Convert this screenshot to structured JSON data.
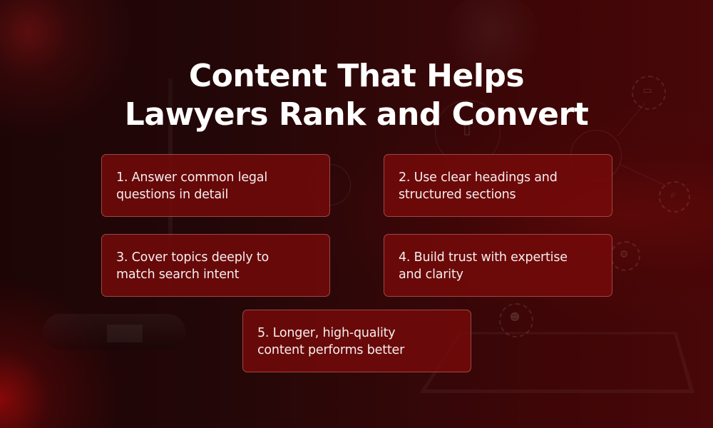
{
  "title": {
    "line1": "Content That Helps",
    "line2": "Lawyers Rank and Convert"
  },
  "cards": [
    {
      "number": "1.",
      "line1": "1. Answer common legal",
      "line2": "questions in detail"
    },
    {
      "number": "2.",
      "line1": "2. Use clear headings and",
      "line2": "structured sections"
    },
    {
      "number": "3.",
      "line1": "3. Cover topics deeply to",
      "line2": "match search intent"
    },
    {
      "number": "4.",
      "line1": "4. Build trust with expertise",
      "line2": "and clarity"
    },
    {
      "number": "5.",
      "line1": "5. Longer, high-quality",
      "line2": "content performs better"
    }
  ],
  "background_icons": {
    "top_right": "monitor-checklist-icon",
    "mid_right": "magnifier-chart-icon",
    "lower_right": "gears-icon",
    "center": "document-icon",
    "bottom_center": "team-icon"
  },
  "colors": {
    "background_dark": "#1d0506",
    "background_red": "#480708",
    "card_fill": "#760a0a",
    "card_border": "#d9a0a0",
    "text": "#ffffff"
  }
}
